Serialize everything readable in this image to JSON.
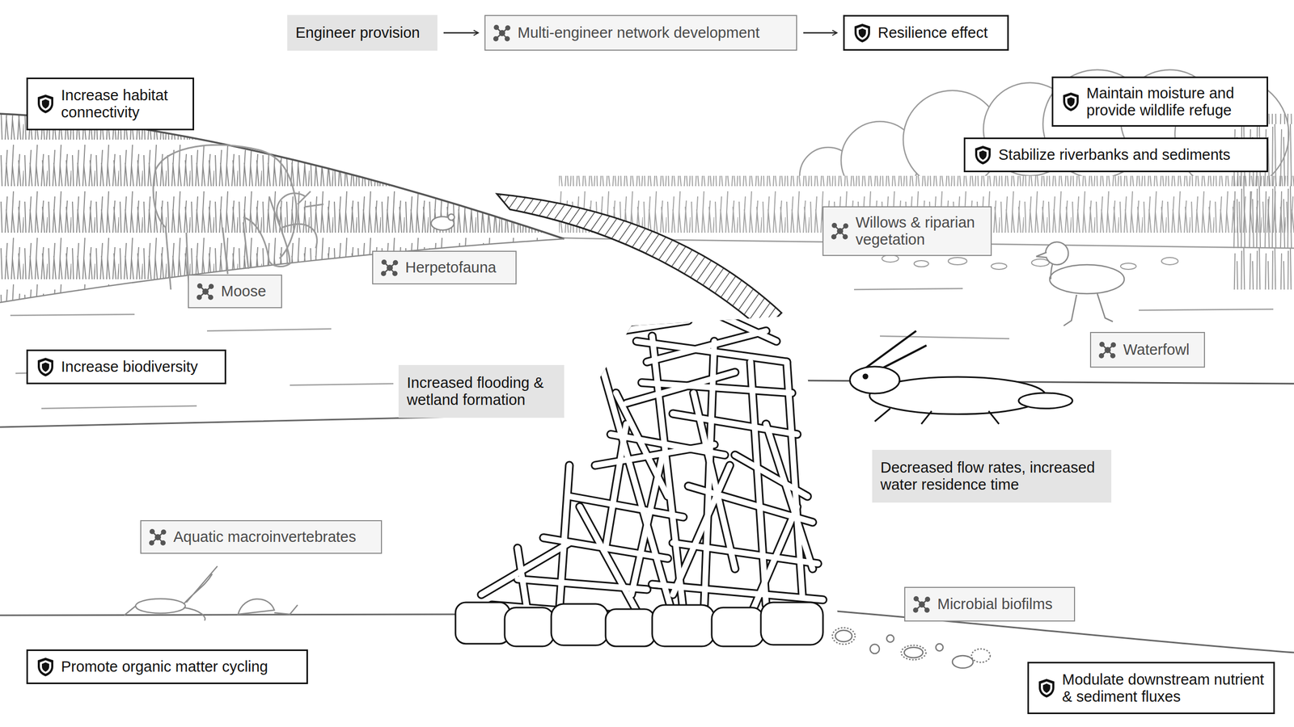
{
  "diagram": {
    "nodes": [
      {
        "text": [
          "Engineer provision"
        ]
      },
      {
        "text": [
          "Multi-engineer network development"
        ]
      },
      {
        "text": [
          "Resilience effect"
        ]
      },
      {
        "text": [
          "Increase habitat connectivity"
        ]
      },
      {
        "text": [
          "Maintain moisture and provide wildlife refuge"
        ]
      },
      {
        "text": [
          "Stabilize riverbanks and sediments"
        ]
      },
      {
        "text": [
          "Willows & riparian vegetation"
        ]
      },
      {
        "text": [
          "Herpetofauna"
        ]
      },
      {
        "text": [
          "Moose"
        ]
      },
      {
        "text": [
          "Waterfowl"
        ]
      },
      {
        "text": [
          "Increase biodiversity"
        ]
      },
      {
        "text": [
          "Increased flooding & wetland formation"
        ]
      },
      {
        "text": [
          "Decreased flow rates, increased water residence time"
        ]
      },
      {
        "text": [
          "Aquatic macroinvertebrates"
        ]
      },
      {
        "text": [
          "Microbial biofilms"
        ]
      },
      {
        "text": [
          "Promote organic matter cycling"
        ]
      },
      {
        "text": [
          "Modulate downstream nutrient & sediment fluxes"
        ]
      }
    ],
    "edges": [
      {
        "from": 0,
        "to": 1,
        "arrow": "to"
      },
      {
        "from": 1,
        "to": 2,
        "arrow": "to"
      }
    ]
  }
}
